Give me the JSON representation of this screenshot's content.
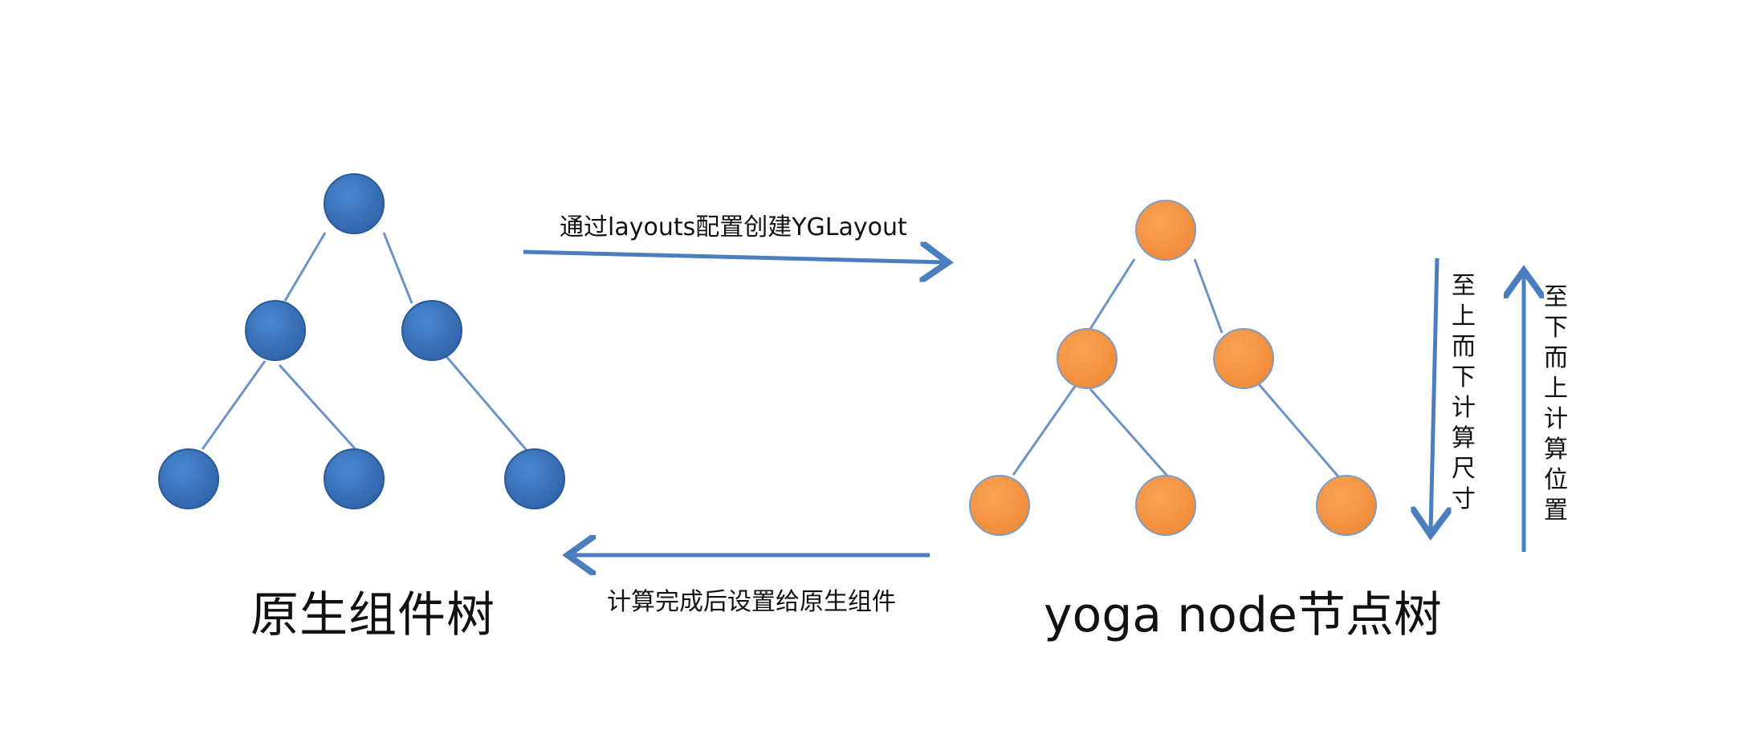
{
  "left_tree": {
    "title": "原生组件树",
    "node_color": "#3d78c2",
    "node_shadow": "#2a5a99"
  },
  "right_tree": {
    "title": "yoga node节点树",
    "node_color": "#f7994a",
    "node_shadow": "#d9782e"
  },
  "arrows": {
    "top_label": "通过layouts配置创建YGLayout",
    "bottom_label": "计算完成后设置给原生组件",
    "down_label": "至上而下计算尺寸",
    "up_label": "至下而上计算位置",
    "color": "#4a7ebf"
  },
  "edge_color": "#6a93c8"
}
